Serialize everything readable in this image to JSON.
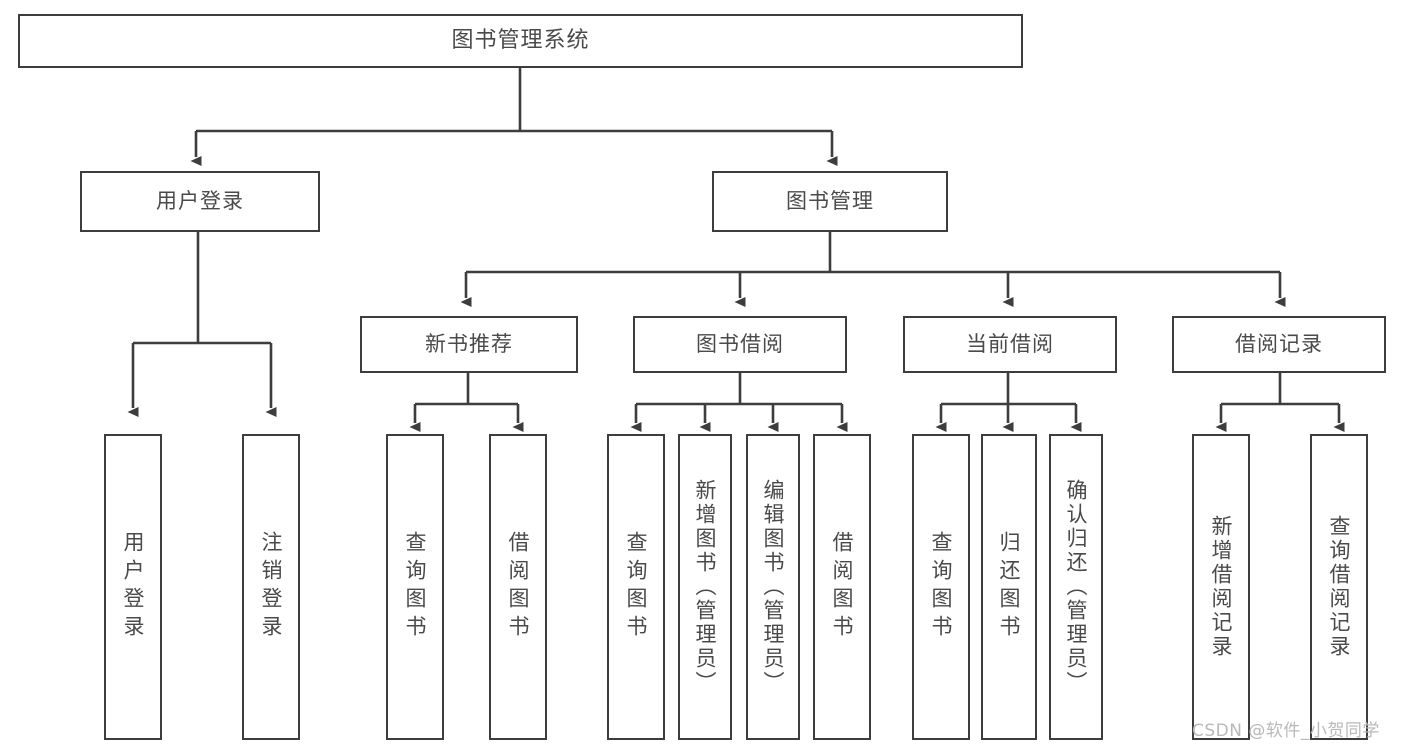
{
  "diagram": {
    "title": "图书管理系统",
    "type": "tree-hierarchy",
    "colors": {
      "stroke": "#3d3d3d",
      "text": "#4a4a4a",
      "background": "#ffffff",
      "watermark": "#b9b9b9"
    }
  },
  "root": {
    "label": "图书管理系统"
  },
  "level2": {
    "user_login": "用户登录",
    "book_manage": "图书管理"
  },
  "level3": {
    "new_book_rec": "新书推荐",
    "book_borrow": "图书借阅",
    "current_borrow": "当前借阅",
    "borrow_record": "借阅记录"
  },
  "leaves": {
    "user_login_group": [
      "用户登录",
      "注销登录"
    ],
    "new_book_rec_group": [
      "查询图书",
      "借阅图书"
    ],
    "book_borrow_group": [
      "查询图书",
      "新增图书（管理员）",
      "编辑图书（管理员）",
      "借阅图书"
    ],
    "current_borrow_group": [
      "查询图书",
      "归还图书",
      "确认归还（管理员）"
    ],
    "borrow_record_group": [
      "新增借阅记录",
      "查询借阅记录"
    ]
  },
  "watermark": {
    "text": "CSDN @软件_小贺同学"
  }
}
